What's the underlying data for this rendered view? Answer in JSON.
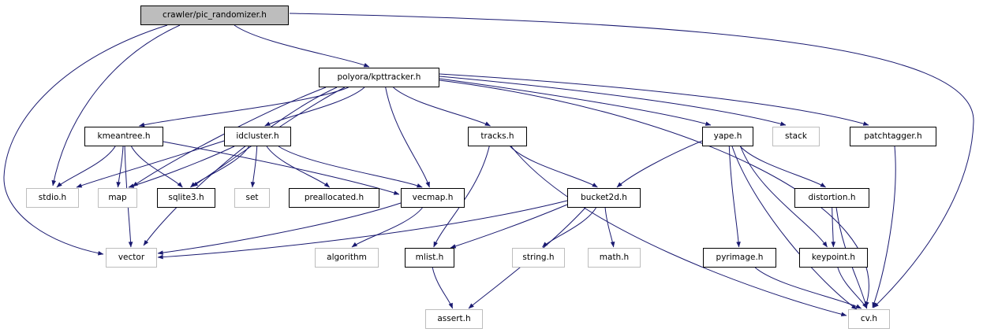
{
  "diagram": {
    "type": "include-dependency-graph",
    "edge_color": "#191970",
    "root_fill": "#bdbdbd",
    "background": "#ffffff"
  },
  "nodes": [
    {
      "id": "pic_randomizer",
      "label": "crawler/pic_randomizer.h",
      "kind": "root"
    },
    {
      "id": "kpttracker",
      "label": "polyora/kpttracker.h",
      "kind": "project"
    },
    {
      "id": "kmeantree",
      "label": "kmeantree.h",
      "kind": "project"
    },
    {
      "id": "idcluster",
      "label": "idcluster.h",
      "kind": "project"
    },
    {
      "id": "tracks",
      "label": "tracks.h",
      "kind": "project"
    },
    {
      "id": "yape",
      "label": "yape.h",
      "kind": "project"
    },
    {
      "id": "stack",
      "label": "stack",
      "kind": "system"
    },
    {
      "id": "patchtagger",
      "label": "patchtagger.h",
      "kind": "project"
    },
    {
      "id": "stdio",
      "label": "stdio.h",
      "kind": "system"
    },
    {
      "id": "map",
      "label": "map",
      "kind": "system"
    },
    {
      "id": "sqlite3",
      "label": "sqlite3.h",
      "kind": "project"
    },
    {
      "id": "set",
      "label": "set",
      "kind": "system"
    },
    {
      "id": "preallocated",
      "label": "preallocated.h",
      "kind": "project"
    },
    {
      "id": "vecmap",
      "label": "vecmap.h",
      "kind": "project"
    },
    {
      "id": "bucket2d",
      "label": "bucket2d.h",
      "kind": "project"
    },
    {
      "id": "distortion",
      "label": "distortion.h",
      "kind": "project"
    },
    {
      "id": "vector",
      "label": "vector",
      "kind": "system"
    },
    {
      "id": "algorithm",
      "label": "algorithm",
      "kind": "system"
    },
    {
      "id": "mlist",
      "label": "mlist.h",
      "kind": "project"
    },
    {
      "id": "string",
      "label": "string.h",
      "kind": "system"
    },
    {
      "id": "math",
      "label": "math.h",
      "kind": "system"
    },
    {
      "id": "pyrimage",
      "label": "pyrimage.h",
      "kind": "project"
    },
    {
      "id": "keypoint",
      "label": "keypoint.h",
      "kind": "project"
    },
    {
      "id": "assert",
      "label": "assert.h",
      "kind": "system"
    },
    {
      "id": "cv",
      "label": "cv.h",
      "kind": "system"
    }
  ],
  "edges": [
    {
      "from": "pic_randomizer",
      "to": "kpttracker"
    },
    {
      "from": "pic_randomizer",
      "to": "stdio"
    },
    {
      "from": "pic_randomizer",
      "to": "vector"
    },
    {
      "from": "pic_randomizer",
      "to": "cv"
    },
    {
      "from": "kpttracker",
      "to": "kmeantree"
    },
    {
      "from": "kpttracker",
      "to": "idcluster"
    },
    {
      "from": "kpttracker",
      "to": "tracks"
    },
    {
      "from": "kpttracker",
      "to": "yape"
    },
    {
      "from": "kpttracker",
      "to": "stack"
    },
    {
      "from": "kpttracker",
      "to": "patchtagger"
    },
    {
      "from": "kpttracker",
      "to": "sqlite3"
    },
    {
      "from": "kpttracker",
      "to": "vecmap"
    },
    {
      "from": "kpttracker",
      "to": "vector"
    },
    {
      "from": "kpttracker",
      "to": "map"
    },
    {
      "from": "kpttracker",
      "to": "cv"
    },
    {
      "from": "kmeantree",
      "to": "stdio"
    },
    {
      "from": "kmeantree",
      "to": "map"
    },
    {
      "from": "kmeantree",
      "to": "sqlite3"
    },
    {
      "from": "kmeantree",
      "to": "vecmap"
    },
    {
      "from": "kmeantree",
      "to": "vector"
    },
    {
      "from": "idcluster",
      "to": "stdio"
    },
    {
      "from": "idcluster",
      "to": "map"
    },
    {
      "from": "idcluster",
      "to": "sqlite3"
    },
    {
      "from": "idcluster",
      "to": "set"
    },
    {
      "from": "idcluster",
      "to": "preallocated"
    },
    {
      "from": "idcluster",
      "to": "vecmap"
    },
    {
      "from": "tracks",
      "to": "bucket2d"
    },
    {
      "from": "tracks",
      "to": "mlist"
    },
    {
      "from": "tracks",
      "to": "cv"
    },
    {
      "from": "vecmap",
      "to": "algorithm"
    },
    {
      "from": "vecmap",
      "to": "vector"
    },
    {
      "from": "bucket2d",
      "to": "string"
    },
    {
      "from": "bucket2d",
      "to": "math"
    },
    {
      "from": "bucket2d",
      "to": "mlist"
    },
    {
      "from": "bucket2d",
      "to": "assert"
    },
    {
      "from": "bucket2d",
      "to": "vector"
    },
    {
      "from": "mlist",
      "to": "assert"
    },
    {
      "from": "yape",
      "to": "bucket2d"
    },
    {
      "from": "yape",
      "to": "pyrimage"
    },
    {
      "from": "yape",
      "to": "keypoint"
    },
    {
      "from": "yape",
      "to": "distortion"
    },
    {
      "from": "yape",
      "to": "cv"
    },
    {
      "from": "distortion",
      "to": "keypoint"
    },
    {
      "from": "distortion",
      "to": "cv"
    },
    {
      "from": "pyrimage",
      "to": "cv"
    },
    {
      "from": "keypoint",
      "to": "cv"
    },
    {
      "from": "patchtagger",
      "to": "cv"
    }
  ]
}
